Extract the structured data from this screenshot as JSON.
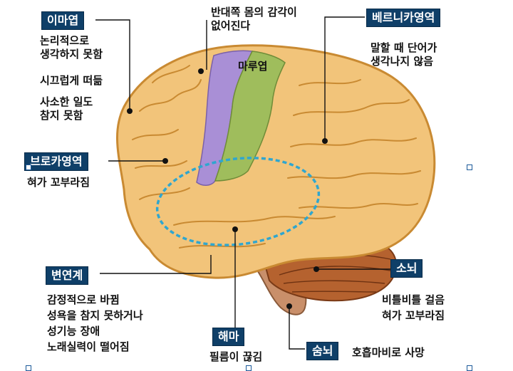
{
  "labels": {
    "frontal": "이마엽",
    "motor": "반대쪽 몸의 감각이\n없어진다",
    "parietal": "마루엽",
    "wernicke": "베르니카영역",
    "broca": "브로카영역",
    "limbic": "변연계",
    "cerebellum": "소뇌",
    "hippocampus": "해마",
    "brainstem": "숨뇌"
  },
  "descriptions": {
    "frontal_1": "논리적으로\n생각하지 못함",
    "frontal_2": "시끄럽게 떠듦",
    "frontal_3": "사소한 일도\n참지 못함",
    "wernicke": "말할 때 단어가\n생각나지 않음",
    "broca": "혀가 꼬부라짐",
    "limbic": "감정적으로 바뀜\n성욕을 참지 못하거나\n성기능 장애\n노래실력이 떨어짐",
    "cerebellum": "비틀비틀 걸음\n혀가 꼬부라짐",
    "hippocampus": "필름이 끊김",
    "brainstem": "호흡마비로 사망"
  },
  "colors": {
    "label_bg": "#0f3f68",
    "brain": "#f2c47a",
    "brain_outline": "#c98a32",
    "motor_strip": "#a98fd6",
    "sensory_strip": "#9fbd5c",
    "cerebellum": "#b5622f",
    "stem": "#c98f6a",
    "ellipse": "#2fa6cf"
  }
}
